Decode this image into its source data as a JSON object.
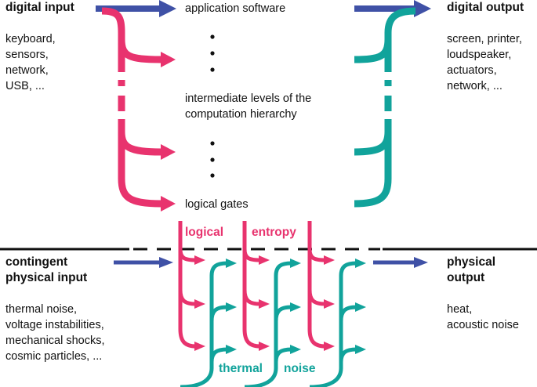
{
  "colors": {
    "pink": "#E8336E",
    "teal": "#11A39B",
    "blue": "#3F51A6",
    "ink": "#111111"
  },
  "left_top": {
    "title": "digital input",
    "items": [
      "keyboard,",
      "sensors,",
      "network,",
      "USB, ..."
    ]
  },
  "right_top": {
    "title": "digital output",
    "items": [
      "screen, printer,",
      "loudspeaker,",
      "actuators,",
      "network, ..."
    ]
  },
  "center": {
    "top": "application software",
    "middle_line1": "intermediate levels of the",
    "middle_line2": "computation hierarchy",
    "bottom": "logical gates"
  },
  "left_bottom": {
    "title_line1": "contingent",
    "title_line2": "physical input",
    "items": [
      "thermal noise,",
      "voltage instabilities,",
      "mechanical shocks,",
      "cosmic particles, ..."
    ]
  },
  "right_bottom": {
    "title_line1": "physical",
    "title_line2": "output",
    "items": [
      "heat,",
      "acoustic noise"
    ]
  },
  "labels": {
    "logical": "logical",
    "entropy": "entropy",
    "thermal": "thermal",
    "noise": "noise"
  }
}
